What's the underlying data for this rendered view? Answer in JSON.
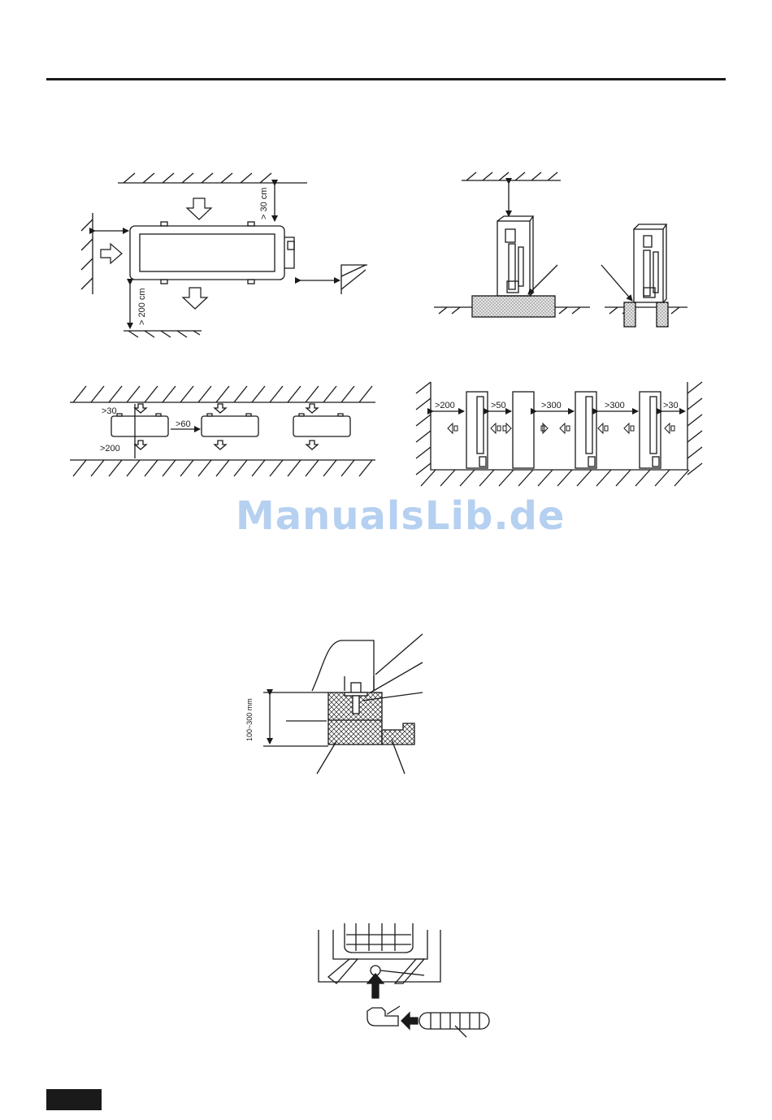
{
  "watermark": "ManualsLib.de",
  "fig_indoor_clearance": {
    "top_gap": "> 30 cm",
    "bottom_gap": "> 200 cm"
  },
  "fig_row_ceiling": {
    "top": ">30",
    "between": ">60",
    "bottom": ">200"
  },
  "fig_row_floor": {
    "g1": ">200",
    "g2": ">50",
    "g3": ">300",
    "g4": ">300",
    "g5": ">30"
  },
  "fig_foundation": {
    "height": "100~300 mm"
  }
}
